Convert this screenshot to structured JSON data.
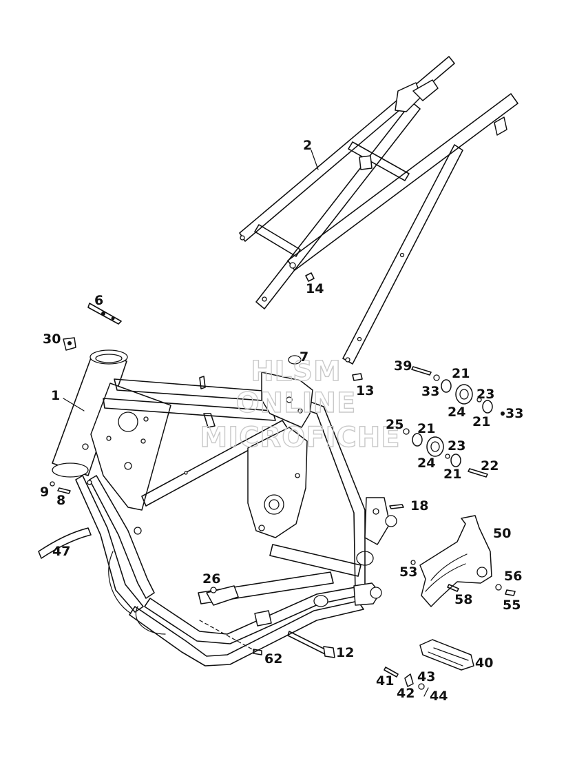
{
  "watermark": {
    "line1": "HLSM",
    "line2": "ONLINE",
    "line3": "MICROFICHE"
  },
  "callouts": [
    {
      "id": "c1",
      "text": "1"
    },
    {
      "id": "c2",
      "text": "2"
    },
    {
      "id": "c6",
      "text": "6"
    },
    {
      "id": "c7",
      "text": "7"
    },
    {
      "id": "c8",
      "text": "8"
    },
    {
      "id": "c9",
      "text": "9"
    },
    {
      "id": "c12",
      "text": "12"
    },
    {
      "id": "c13",
      "text": "13"
    },
    {
      "id": "c14",
      "text": "14"
    },
    {
      "id": "c18",
      "text": "18"
    },
    {
      "id": "c21a",
      "text": "21"
    },
    {
      "id": "c21b",
      "text": "21"
    },
    {
      "id": "c21c",
      "text": "21"
    },
    {
      "id": "c21d",
      "text": "21"
    },
    {
      "id": "c22",
      "text": "22"
    },
    {
      "id": "c23a",
      "text": "23"
    },
    {
      "id": "c23b",
      "text": "23"
    },
    {
      "id": "c24a",
      "text": "24"
    },
    {
      "id": "c24b",
      "text": "24"
    },
    {
      "id": "c25",
      "text": "25"
    },
    {
      "id": "c26",
      "text": "26"
    },
    {
      "id": "c30",
      "text": "30"
    },
    {
      "id": "c33a",
      "text": "33"
    },
    {
      "id": "c33b",
      "text": "33"
    },
    {
      "id": "c39",
      "text": "39"
    },
    {
      "id": "c40",
      "text": "40"
    },
    {
      "id": "c41",
      "text": "41"
    },
    {
      "id": "c42",
      "text": "42"
    },
    {
      "id": "c43",
      "text": "43"
    },
    {
      "id": "c44",
      "text": "44"
    },
    {
      "id": "c47",
      "text": "47"
    },
    {
      "id": "c50",
      "text": "50"
    },
    {
      "id": "c53",
      "text": "53"
    },
    {
      "id": "c55",
      "text": "55"
    },
    {
      "id": "c56",
      "text": "56"
    },
    {
      "id": "c58",
      "text": "58"
    },
    {
      "id": "c62",
      "text": "62"
    }
  ]
}
